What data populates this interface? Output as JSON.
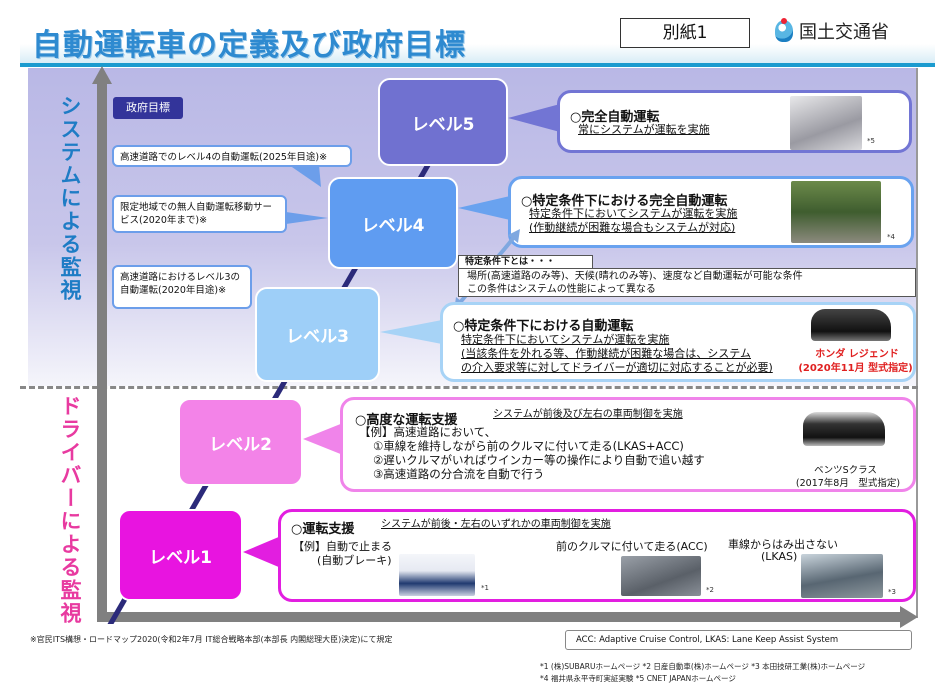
{
  "header": {
    "title": "自動運転車の定義及び政府目標",
    "annex_label": "別紙1",
    "ministry": "国土交通省"
  },
  "axis_labels": {
    "system_monitoring": "システムによる監視",
    "driver_monitoring": "ドライバーによる監視"
  },
  "government_targets": {
    "label": "政府目標",
    "items": [
      "高速道路でのレベル4の自動運転(2025年目途)※",
      "限定地域での無人自動運転移動サービス(2020年まで)※",
      "高速道路におけるレベル3の自動運転(2020年目途)※"
    ]
  },
  "levels": [
    {
      "label": "レベル5",
      "color": "#7071d0",
      "title": "○完全自動運転",
      "lines": [
        "常にシステムが運転を実施"
      ],
      "image_note": "*5"
    },
    {
      "label": "レベル4",
      "color": "#5f9cf1",
      "title": "○特定条件下における完全自動運転",
      "lines": [
        "特定条件下においてシステムが運転を実施",
        "(作動継続が困難な場合もシステムが対応)"
      ],
      "image_note": "*4"
    },
    {
      "label": "レベル3",
      "color": "#9ecff8",
      "title": "○特定条件下における自動運転",
      "lines": [
        "特定条件下においてシステムが運転を実施",
        "(当該条件を外れる等、作動継続が困難な場合は、システム",
        "の介入要求等に対してドライバーが適切に対応することが必要)"
      ],
      "car_name": "ホンダ レジェンド",
      "car_date": "(2020年11月 型式指定)"
    },
    {
      "label": "レベル2",
      "color": "#f383e8",
      "title": "○高度な運転支援",
      "subtitle": "システムが前後及び左右の車両制御を実施",
      "lines": [
        "【例】高速道路において、",
        "①車線を維持しながら前のクルマに付いて走る(LKAS+ACC)",
        "②遅いクルマがいればウインカー等の操作により自動で追い越す",
        "③高速道路の分合流を自動で行う"
      ],
      "car_name": "ベンツSクラス",
      "car_date": "(2017年8月　型式指定)"
    },
    {
      "label": "レベル1",
      "color": "#e814e0",
      "title": "○運転支援",
      "subtitle": "システムが前後・左右のいずれかの車両制御を実施",
      "example1": "【例】自動で止まる",
      "example1b": "(自動ブレーキ)",
      "example2": "前のクルマに付いて走る(ACC)",
      "example3": "車線からはみ出さない",
      "example3b": "(LKAS)",
      "notes": [
        "*1",
        "*2",
        "*3"
      ]
    }
  ],
  "condition": {
    "heading": "特定条件下とは・・・",
    "lines": [
      "場所(高速道路のみ等)、天候(晴れのみ等)、速度など自動運転が可能な条件",
      "この条件はシステムの性能によって異なる"
    ]
  },
  "footer": {
    "note": "※官民ITS構想・ロードマップ2020(令和2年7月 IT総合戦略本部(本部長 内閣総理大臣)決定)にて規定",
    "abbrev": "ACC: Adaptive Cruise Control,  LKAS: Lane Keep Assist System",
    "sources_1": "*1 (株)SUBARUホームページ  *2 日産自動車(株)ホームページ  *3 本田技研工業(株)ホームページ",
    "sources_2": "*4 福井県永平寺町実証実験   *5 CNET JAPANホームページ"
  }
}
